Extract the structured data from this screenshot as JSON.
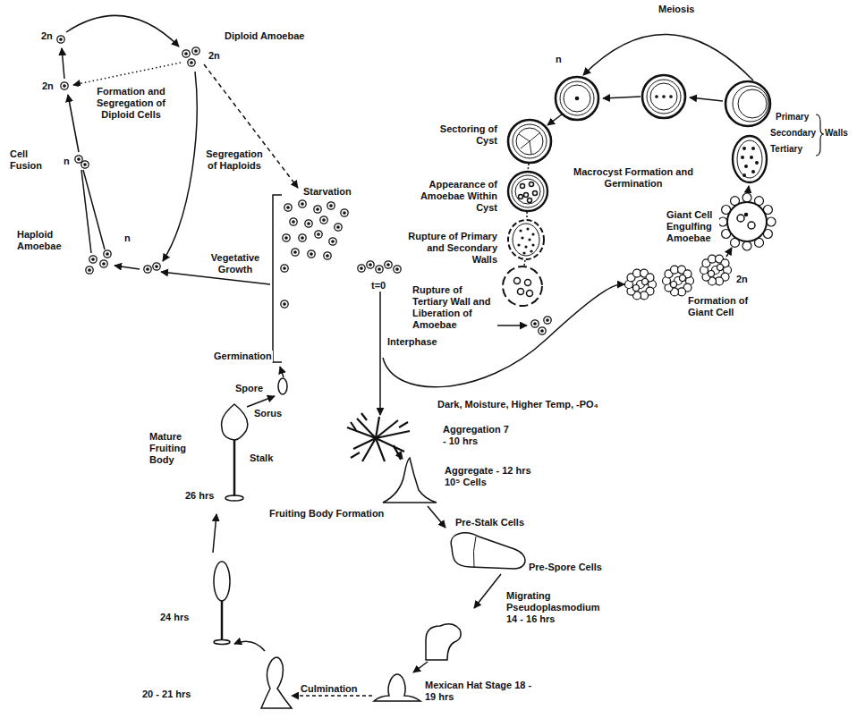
{
  "diagram": {
    "labels": [
      "Meiosis",
      "n",
      "Primary",
      "Secondary",
      "Tertiary",
      "Walls",
      "Sectoring of Cyst",
      "Macrocyst Formation and Germination",
      "Appearance of Amoebae Within Cyst",
      "Giant Cell Engulfing Amoebae",
      "Rupture of Primary and Secondary Walls",
      "Rupture of Tertiary Wall and Liberation of Amoebae",
      "2n",
      "Formation of Giant Cell",
      "2n",
      "Diploid Amoebae",
      "2n",
      "2n",
      "Formation and Segregation of Diploid Cells",
      "Cell Fusion",
      "n",
      "Haploid Amoebae",
      "n",
      "Segregation of Haploids",
      "Starvation",
      "Vegetative Growth",
      "t=0",
      "Interphase",
      "Dark, Moisture, Higher Temp, -PO₄",
      "Germination",
      "Spore",
      "Sorus",
      "Mature Fruiting Body",
      "Stalk",
      "26 hrs",
      "Fruiting Body Formation",
      "Aggregation 7 - 10 hrs",
      "Aggregate - 12 hrs 10⁵ Cells",
      "Pre-Stalk Cells",
      "Pre-Spore Cells",
      "Migrating Pseudoplasmodium 14 - 16 hrs",
      "24 hrs",
      "20 - 21 hrs",
      "Culmination",
      "Mexican Hat Stage 18 - 19 hrs"
    ]
  }
}
